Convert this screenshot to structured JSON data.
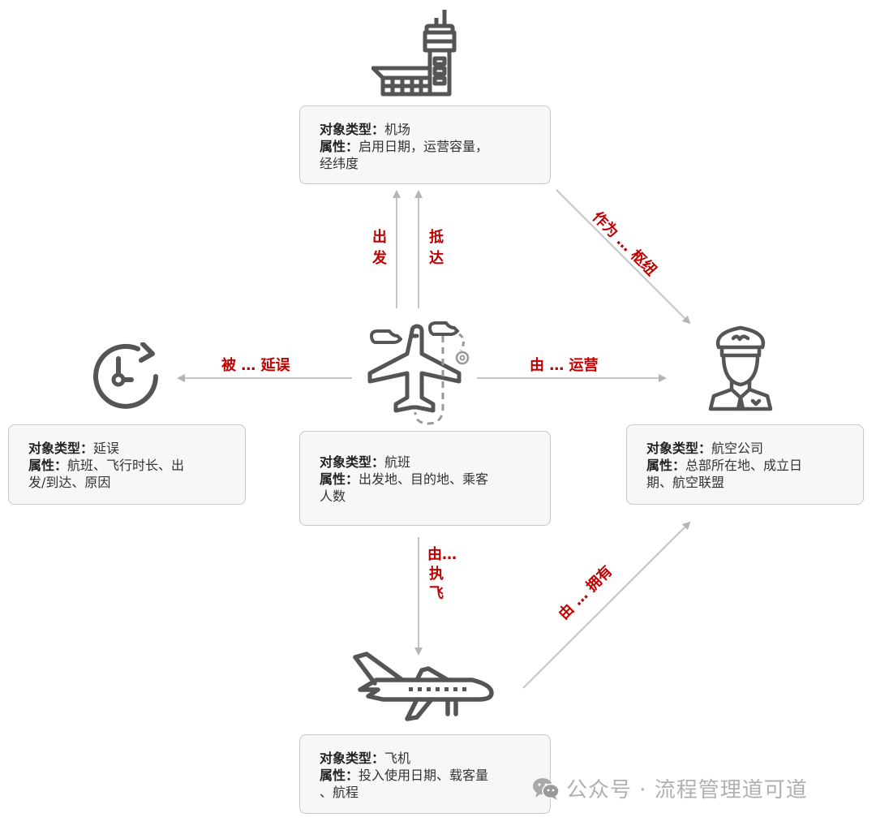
{
  "colors": {
    "relation_text": "#c00000",
    "arrow": "#bdbdbd",
    "icon": "#555555",
    "box_bg": "#f7f7f7",
    "box_border": "#c8c8c8"
  },
  "labels": {
    "type_key": "对象类型：",
    "attr_key": "属性："
  },
  "nodes": {
    "airport": {
      "icon": "airport-tower-icon",
      "type": "机场",
      "attrs_line1": "启用日期，运营容量，",
      "attrs_line2": "经纬度"
    },
    "delay": {
      "icon": "clock-delay-icon",
      "type": "延误",
      "attrs_line1": "航班、飞行时长、出",
      "attrs_line2": "发/到达、原因"
    },
    "flight": {
      "icon": "flight-route-icon",
      "type": "航班",
      "attrs_line1": "出发地、目的地、乘客",
      "attrs_line2": "人数"
    },
    "airline": {
      "icon": "pilot-icon",
      "type": "航空公司",
      "attrs_line1": "总部所在地、成立日",
      "attrs_line2": "期、航空联盟"
    },
    "aircraft": {
      "icon": "airplane-icon",
      "type": "飞机",
      "attrs_line1": "投入使用日期、载客量",
      "attrs_line2": "、航程"
    }
  },
  "relations": {
    "depart": "出发",
    "arrive": "抵达",
    "hub": "作为 … 枢纽",
    "delayed_by": "被 … 延误",
    "operated_by": "由 … 运营",
    "flown_by": "由…执飞",
    "owned_by": "由 … 拥有"
  },
  "watermark": {
    "icon": "wechat-icon",
    "text": "公众号 · 流程管理道可道"
  }
}
